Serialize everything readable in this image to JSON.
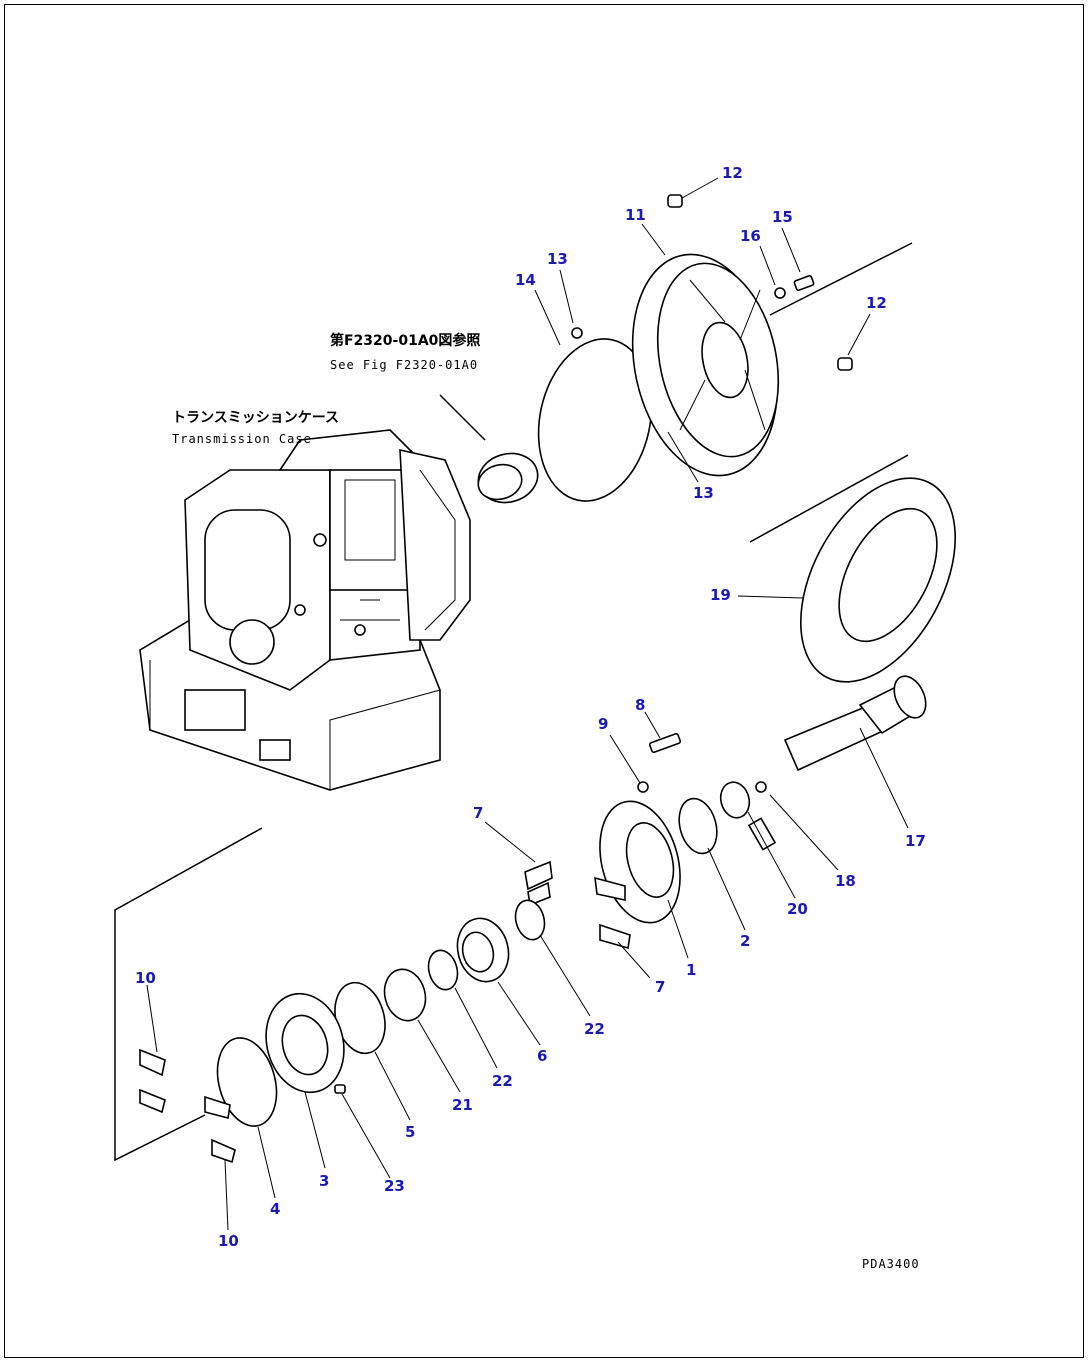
{
  "notes": {
    "ref_ja": "第F2320-01A0図参照",
    "ref_en": "See Fig F2320-01A0",
    "case_ja": "トランスミッションケース",
    "case_en": "Transmission Case",
    "drawing_code": "PDA3400"
  },
  "callouts": [
    {
      "id": "c12a",
      "text": "12"
    },
    {
      "id": "c11",
      "text": "11"
    },
    {
      "id": "c15",
      "text": "15"
    },
    {
      "id": "c16",
      "text": "16"
    },
    {
      "id": "c13a",
      "text": "13"
    },
    {
      "id": "c14",
      "text": "14"
    },
    {
      "id": "c12b",
      "text": "12"
    },
    {
      "id": "c13b",
      "text": "13"
    },
    {
      "id": "c19",
      "text": "19"
    },
    {
      "id": "c8",
      "text": "8"
    },
    {
      "id": "c9",
      "text": "9"
    },
    {
      "id": "c17",
      "text": "17"
    },
    {
      "id": "c18",
      "text": "18"
    },
    {
      "id": "c20",
      "text": "20"
    },
    {
      "id": "c7a",
      "text": "7"
    },
    {
      "id": "c2",
      "text": "2"
    },
    {
      "id": "c1",
      "text": "1"
    },
    {
      "id": "c7b",
      "text": "7"
    },
    {
      "id": "c10a",
      "text": "10"
    },
    {
      "id": "c22a",
      "text": "22"
    },
    {
      "id": "c6",
      "text": "6"
    },
    {
      "id": "c22b",
      "text": "22"
    },
    {
      "id": "c21",
      "text": "21"
    },
    {
      "id": "c5",
      "text": "5"
    },
    {
      "id": "c23",
      "text": "23"
    },
    {
      "id": "c3",
      "text": "3"
    },
    {
      "id": "c4",
      "text": "4"
    },
    {
      "id": "c10b",
      "text": "10"
    }
  ]
}
